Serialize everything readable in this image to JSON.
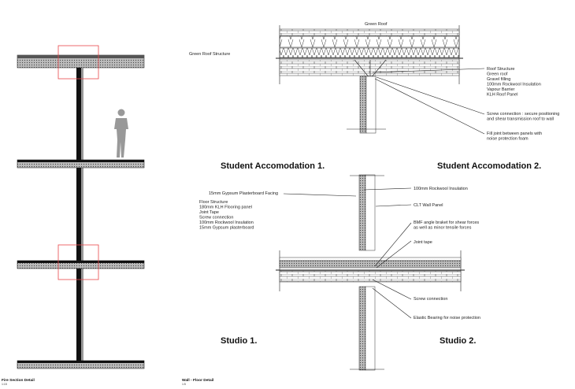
{
  "fire_section": {
    "title": "Fire Section Detail",
    "scale": "1:15",
    "highlight_color": "#e8474a"
  },
  "wall_floor": {
    "title": "Wall - Floor Detail",
    "scale": "1:5"
  },
  "roof_detail": {
    "heading_left": "Student Accomodation 1.",
    "heading_right": "Student Accomodation 2.",
    "structure_label": "Green Roof Structure",
    "top_label": "Green Roof",
    "layers": [
      "Roof Structure",
      "Green roof",
      "Gravel filling",
      "100mm Rockwool Insulation",
      "Vapour Barrier",
      "KLH Roof Panel"
    ],
    "screw": [
      "Screw connection : secure positioning",
      "and shear transmission roof to wall"
    ],
    "fill": [
      "Fill joint between panels with",
      "noise protection foam"
    ]
  },
  "floor_detail": {
    "heading_left": "Studio 1.",
    "heading_right": "Studio 2.",
    "facing": "15mm Gypsum Plasterboard Facing",
    "layers": [
      "Floor Structure",
      "180mm KLH Flooring panel",
      "Joint Tape",
      "Screw connection",
      "100mm Rockwool Insulation",
      "15mm Gypsum plasterboard"
    ],
    "rockwool": "100mm Rockwool Insulation",
    "clt": "CLT Wall Panel",
    "bmf": [
      "BMF angle braket for shear forces",
      "as well as minor tensile forces"
    ],
    "joint_tape": "Joint tape",
    "screw": "Screw connection",
    "elastic": "Elastic Bearing for noise protection"
  }
}
